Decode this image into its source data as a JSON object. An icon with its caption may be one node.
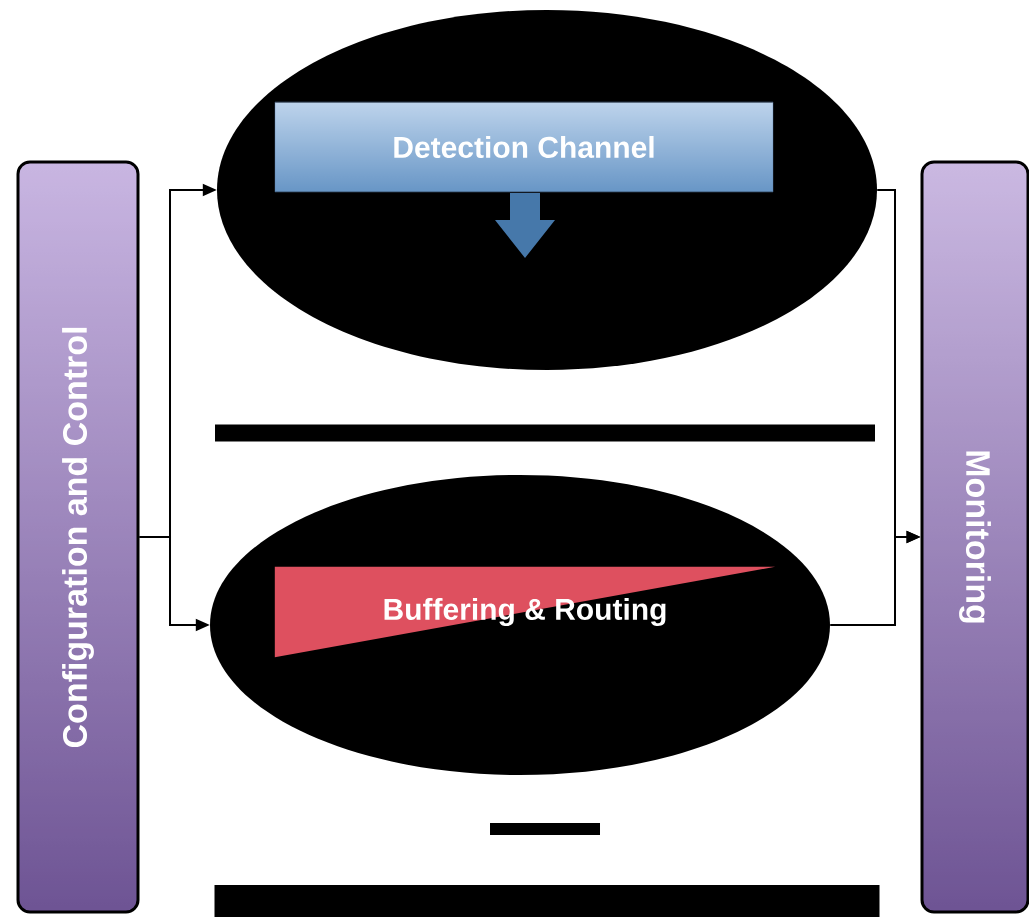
{
  "diagram": {
    "nodes": [
      {
        "text": [
          "Configuration and Control"
        ]
      },
      {
        "text": [
          "Monitoring"
        ]
      },
      {
        "text": [],
        "shape": "ellipse"
      },
      {
        "text": [
          "Detection Channel"
        ],
        "in": 2
      },
      {
        "text": [],
        "shape": "ellipse"
      },
      {
        "text": [
          "Buffering & Routing"
        ],
        "in": 4
      },
      {
        "text": [],
        "shape": "bar"
      },
      {
        "text": [],
        "shape": "bar"
      },
      {
        "text": [],
        "shape": "bar"
      }
    ],
    "edges": [
      {
        "from": 0,
        "to": 2,
        "arrow": "to"
      },
      {
        "from": 0,
        "to": 4,
        "arrow": "to"
      },
      {
        "from": 2,
        "to": 1,
        "arrow": "to"
      },
      {
        "from": 4,
        "to": 1,
        "arrow": "to"
      }
    ]
  }
}
